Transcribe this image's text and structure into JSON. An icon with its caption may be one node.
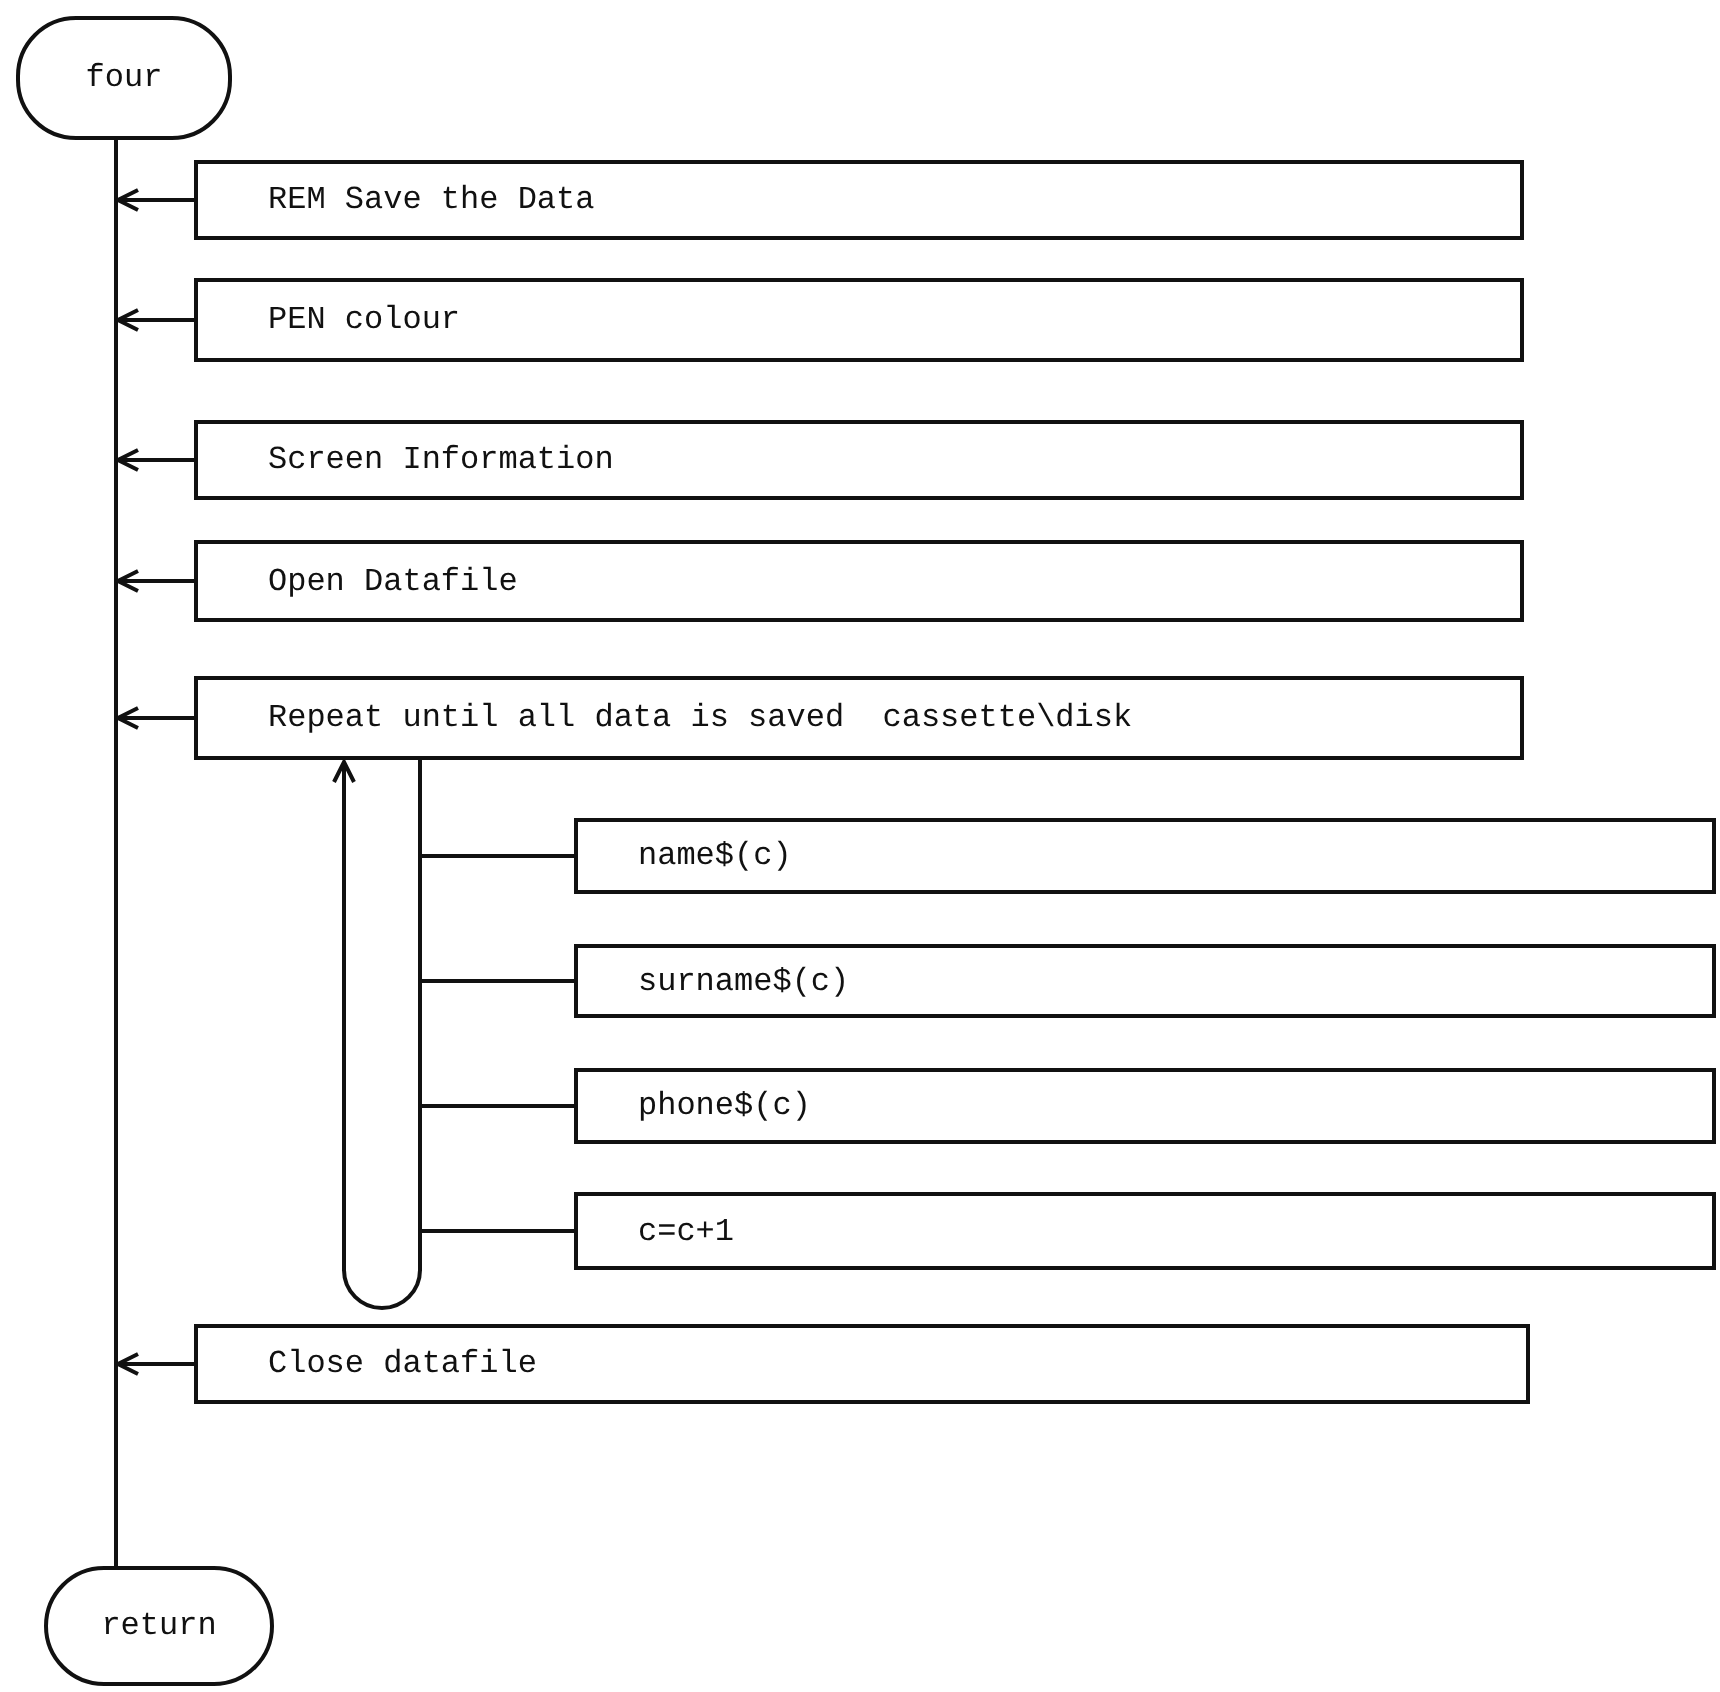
{
  "diagram": {
    "nodes": [
      {
        "text": [
          "four"
        ]
      },
      {
        "text": [
          "REM Save the Data"
        ]
      },
      {
        "text": [
          "PEN colour"
        ]
      },
      {
        "text": [
          "Screen Information"
        ]
      },
      {
        "text": [
          "Open Datafile"
        ]
      },
      {
        "text": [
          "Repeat until all data is saved  cassette\\disk"
        ]
      },
      {
        "text": [
          "name$(c)"
        ]
      },
      {
        "text": [
          "surname$(c)"
        ]
      },
      {
        "text": [
          "phone$(c)"
        ]
      },
      {
        "text": [
          "c=c+1"
        ]
      },
      {
        "text": [
          "Close datafile"
        ]
      },
      {
        "text": [
          "return"
        ]
      }
    ],
    "edges": [
      {
        "from": 0,
        "to": 11,
        "arrow": "none"
      },
      {
        "from": 1,
        "to": null,
        "arrow": "to"
      },
      {
        "from": 2,
        "to": null,
        "arrow": "to"
      },
      {
        "from": 3,
        "to": null,
        "arrow": "to"
      },
      {
        "from": 4,
        "to": null,
        "arrow": "to"
      },
      {
        "from": 5,
        "to": null,
        "arrow": "to"
      },
      {
        "from": 10,
        "to": null,
        "arrow": "to"
      },
      {
        "from": 5,
        "to": 6,
        "arrow": "none"
      },
      {
        "from": 5,
        "to": 7,
        "arrow": "none"
      },
      {
        "from": 5,
        "to": 8,
        "arrow": "none"
      },
      {
        "from": 5,
        "to": 9,
        "arrow": "none"
      },
      {
        "from": 9,
        "to": 5,
        "arrow": "to"
      }
    ]
  }
}
